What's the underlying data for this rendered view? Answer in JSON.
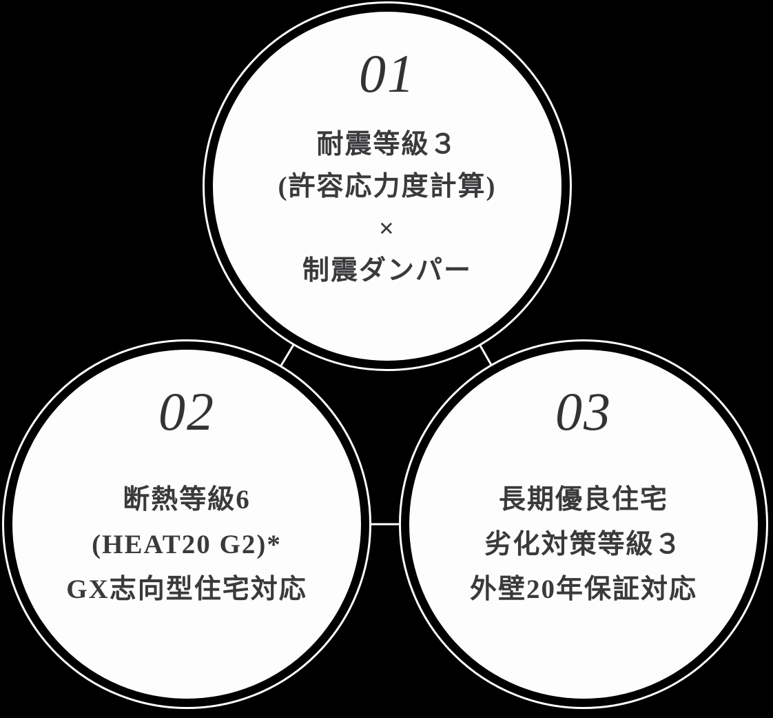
{
  "diagram": {
    "background_color": "#000000",
    "circle_fill_color": "#fdfdfd",
    "ring_color": "#ffffff",
    "text_color": "#3a3a3c",
    "features": [
      {
        "number": "01",
        "lines": [
          "耐震等級３",
          "(許容応力度計算)",
          "×",
          "制震ダンパー"
        ]
      },
      {
        "number": "02",
        "lines": [
          "断熱等級6",
          "(HEAT20 G2)*",
          "GX志向型住宅対応"
        ]
      },
      {
        "number": "03",
        "lines": [
          "長期優良住宅",
          "劣化対策等級３",
          "外壁20年保証対応"
        ]
      }
    ]
  }
}
